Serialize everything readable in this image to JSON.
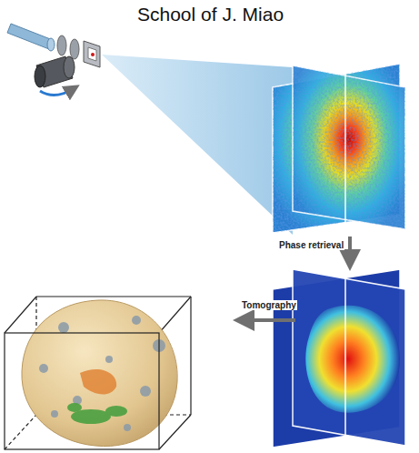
{
  "diagram": {
    "title": "School of J. Miao",
    "labels": [
      "Phase retrieval",
      "Tomography"
    ]
  }
}
